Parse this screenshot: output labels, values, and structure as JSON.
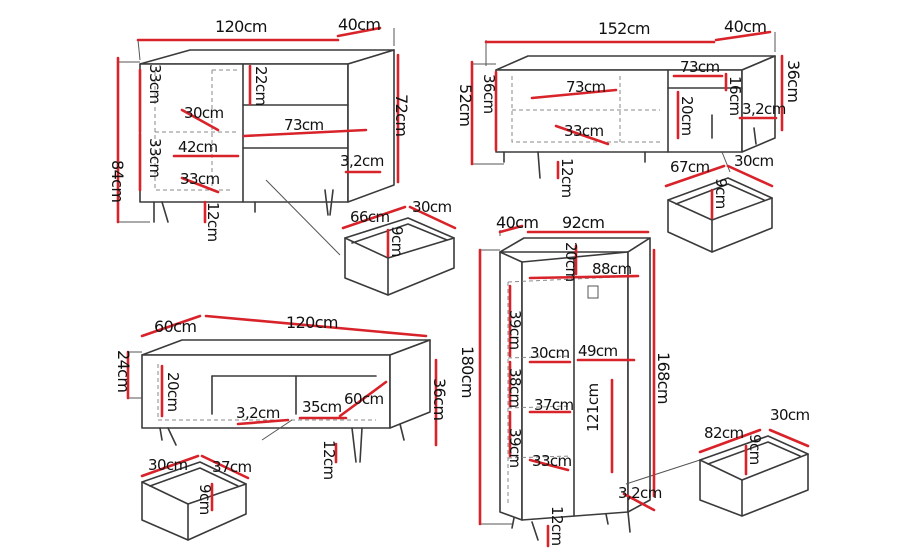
{
  "colors": {
    "outline": "#3a3a3a",
    "dimension_line": "#d8232a",
    "text": "#111111"
  },
  "dresser": {
    "width": "120cm",
    "depth": "40cm",
    "total_height": "84cm",
    "body_height": "72cm",
    "left_shelf_upper": "33cm",
    "left_shelf_lower": "33cm",
    "shelf_depth_upper": "30cm",
    "shelf_width": "42cm",
    "shelf_depth_lower": "33cm",
    "drawer_height": "22cm",
    "drawer_width": "73cm",
    "drawer_front": "3,2cm",
    "leg_height": "12cm",
    "inner_drawer": {
      "width": "66cm",
      "depth": "30cm",
      "height": "9cm"
    }
  },
  "tv_stand": {
    "width": "152cm",
    "depth": "40cm",
    "total_height": "52cm",
    "body_height": "36cm",
    "shelf_width": "73cm",
    "drawer_width": "73cm",
    "drawer_height_small": "16cm",
    "drawer_height": "20cm",
    "drawer_front": "3,2cm",
    "shelf_depth": "33cm",
    "leg_height": "12cm",
    "inner_drawer": {
      "width": "67cm",
      "depth": "30cm",
      "height": "9cm"
    }
  },
  "coffee_table": {
    "width": "120cm",
    "depth": "60cm",
    "height": "24cm",
    "total_height": "36cm",
    "shelf_height": "20cm",
    "drawer_front": "3,2cm",
    "drawer_width": "35cm",
    "drawer_depth": "60cm",
    "leg_height": "12cm",
    "inner_drawer": {
      "width": "37cm",
      "depth": "30cm",
      "height": "9cm"
    }
  },
  "wardrobe": {
    "depth": "40cm",
    "width": "92cm",
    "total_height": "180cm",
    "body_height": "168cm",
    "top_shelf_height": "20cm",
    "rail_width": "88cm",
    "shelf_1": "39cm",
    "shelf_2": "38cm",
    "shelf_3": "39cm",
    "shelf_depth": "30cm",
    "hanging_width": "49cm",
    "shelf_width": "37cm",
    "shelf_depth_bottom": "33cm",
    "hanging_height": "121cm",
    "door_front": "3,2cm",
    "leg_height": "12cm",
    "inner_drawer": {
      "width": "82cm",
      "depth": "30cm",
      "height": "9cm"
    }
  }
}
